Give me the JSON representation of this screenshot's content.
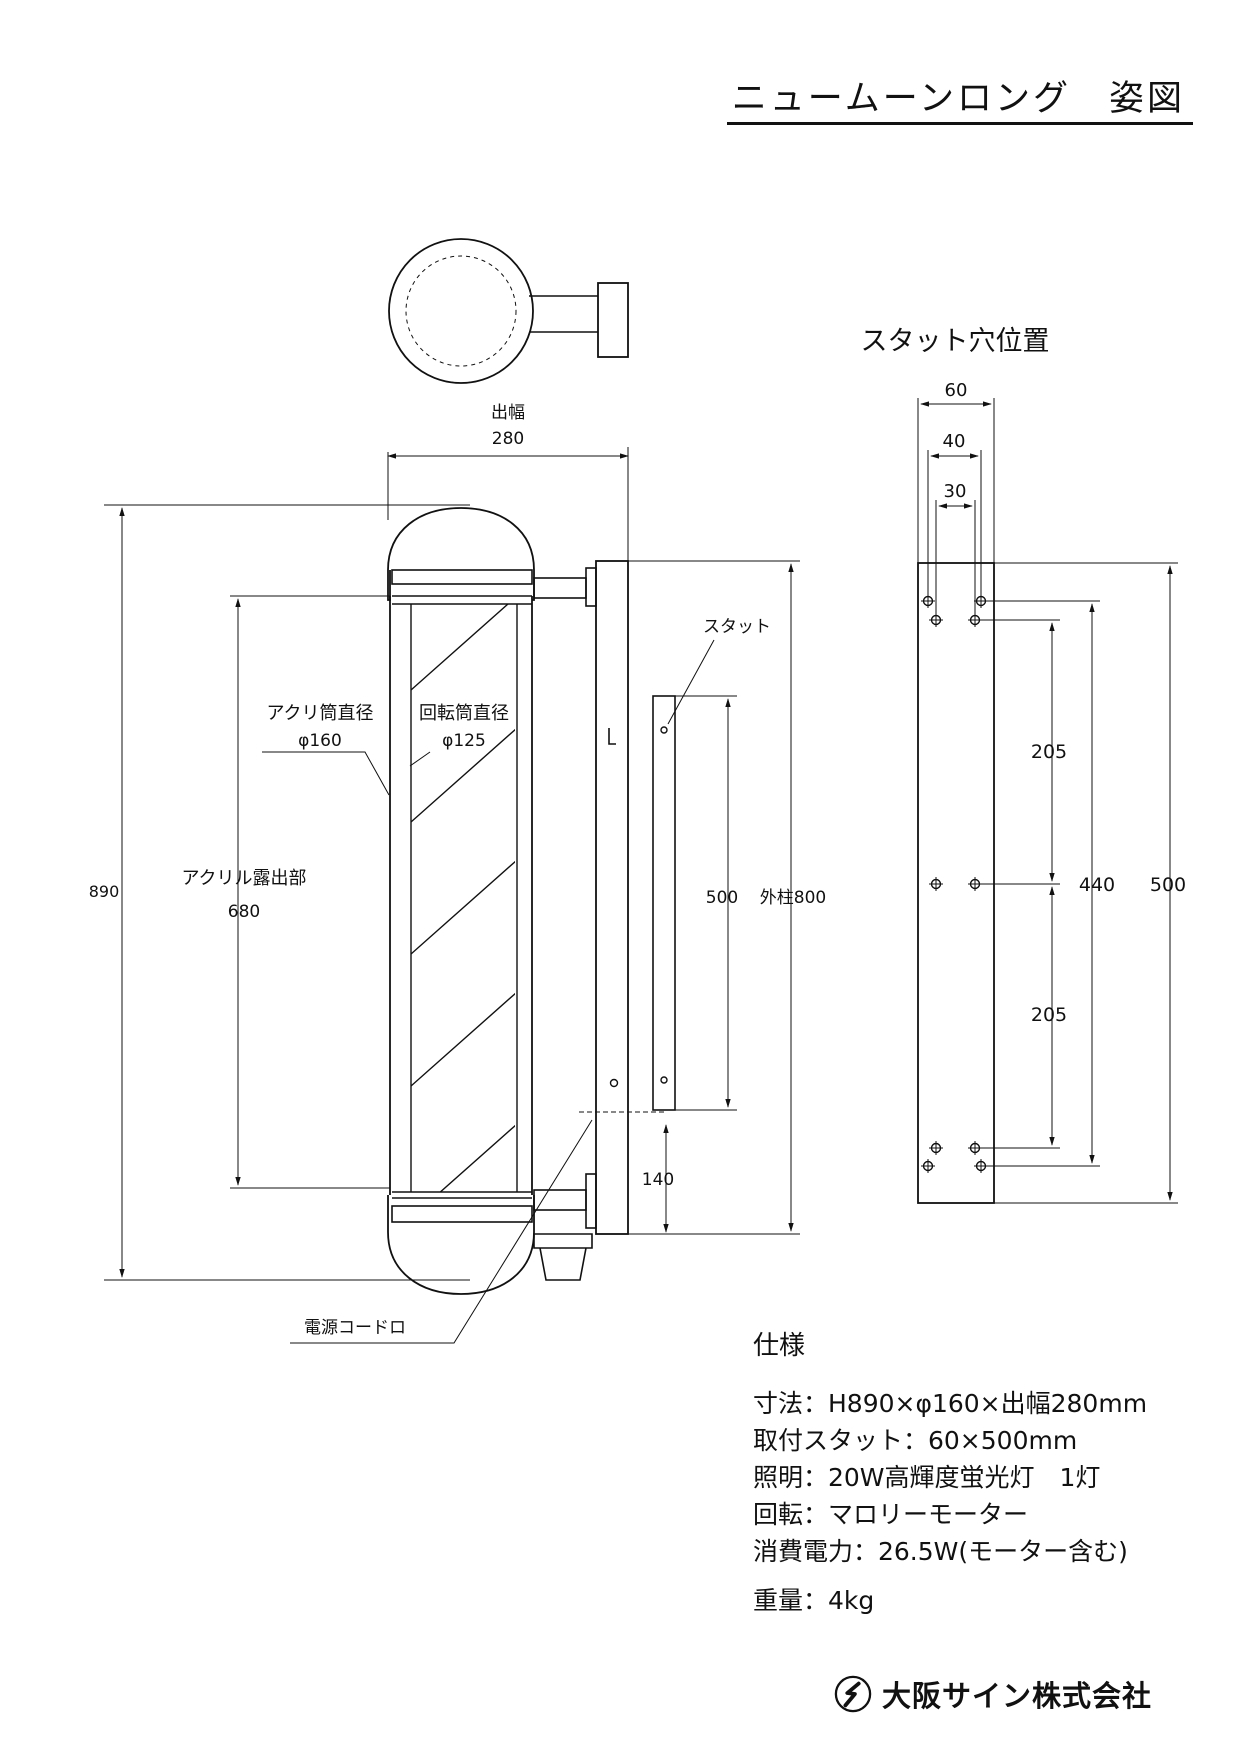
{
  "title": "ニュームーンロング　姿図",
  "stud_section_title": "スタット穴位置",
  "labels": {
    "projection_label": "出幅",
    "projection_value": "280",
    "height_890": "890",
    "acrylic_tube_label": "アクリ筒直径",
    "acrylic_tube_value": "φ160",
    "rotating_tube_label": "回転筒直径",
    "rotating_tube_value": "φ125",
    "acrylic_exposed_label": "アクリル露出部",
    "acrylic_exposed_value": "680",
    "stud_label": "スタット",
    "stud_length": "500",
    "outer_post": "外柱800",
    "bottom_offset": "140",
    "power_cord": "電源コードロ"
  },
  "stud_dims": {
    "w60": "60",
    "w40": "40",
    "w30": "30",
    "v205_top": "205",
    "v440": "440",
    "v500": "500",
    "v205_bottom": "205"
  },
  "specs": {
    "heading": "仕様",
    "lines": [
      "寸法：H890×φ160×出幅280mm",
      "取付スタット：60×500mm",
      "照明：20W高輝度蛍光灯　1灯",
      "回転：マロリーモーター",
      "消費電力：26.5W(モーター含む)"
    ],
    "weight": "重量：4kg"
  },
  "company": "大阪サイン株式会社"
}
